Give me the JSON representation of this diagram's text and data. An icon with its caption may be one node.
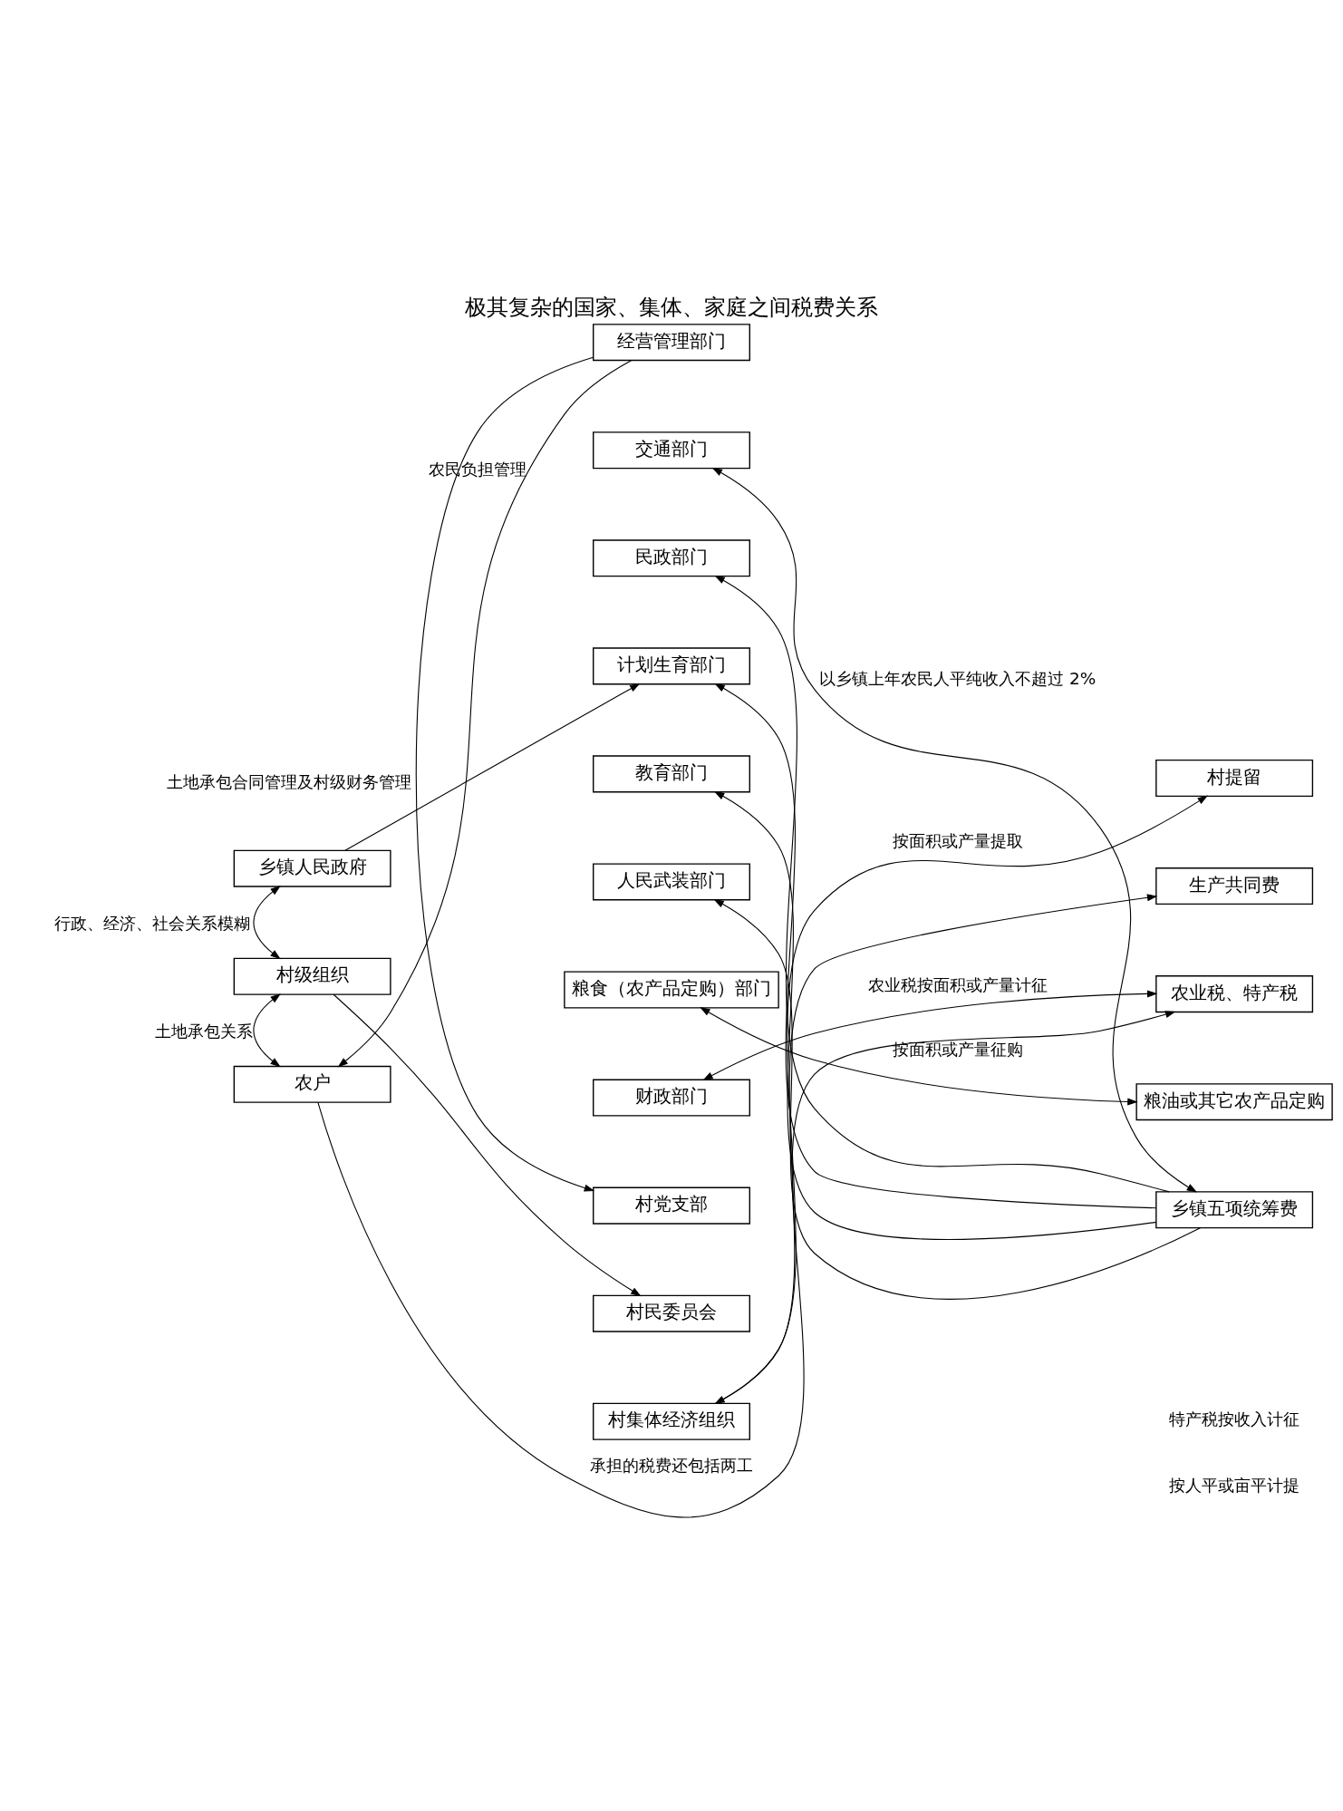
{
  "diagram": {
    "title": "极其复杂的国家、集体、家庭之间税费关系",
    "nodes": [
      {
        "text": [
          "乡镇人民政府"
        ]
      },
      {
        "text": [
          "村级组织"
        ]
      },
      {
        "text": [
          "农户"
        ]
      },
      {
        "text": [
          "经营管理部门"
        ]
      },
      {
        "text": [
          "交通部门"
        ]
      },
      {
        "text": [
          "民政部门"
        ]
      },
      {
        "text": [
          "计划生育部门"
        ]
      },
      {
        "text": [
          "教育部门"
        ]
      },
      {
        "text": [
          "人民武装部门"
        ]
      },
      {
        "text": [
          "粮食（农产品定购）部门"
        ]
      },
      {
        "text": [
          "财政部门"
        ]
      },
      {
        "text": [
          "村党支部"
        ]
      },
      {
        "text": [
          "村民委员会"
        ]
      },
      {
        "text": [
          "村集体经济组织"
        ]
      },
      {
        "text": [
          "村提留"
        ]
      },
      {
        "text": [
          "生产共同费"
        ]
      },
      {
        "text": [
          "农业税、特产税"
        ]
      },
      {
        "text": [
          "粮油或其它农产品定购"
        ]
      },
      {
        "text": [
          "乡镇五项统筹费"
        ]
      }
    ],
    "edges": [
      {
        "from": 0,
        "to": 1,
        "arrow": "both",
        "label": "行政、经济、社会关系模糊"
      },
      {
        "from": 1,
        "to": 2,
        "arrow": "both",
        "label": "土地承包关系"
      },
      {
        "from": 0,
        "to": 6,
        "arrow": "to"
      },
      {
        "from": 1,
        "to": 12,
        "arrow": "to"
      },
      {
        "from": 2,
        "to": 16,
        "arrow": "to",
        "label": "承担的税费还包括两工"
      },
      {
        "from": 14,
        "to": 13,
        "arrow": "both",
        "label": "按面积或产量提取"
      },
      {
        "from": 13,
        "to": 15,
        "arrow": "to"
      },
      {
        "from": 16,
        "to": 10,
        "arrow": "both",
        "label": "农业税按面积或产量计征"
      },
      {
        "from": 17,
        "to": 9,
        "arrow": "both",
        "label": "按面积或产量征购"
      },
      {
        "from": 18,
        "to": 4,
        "arrow": "both",
        "label": "以乡镇上年农民人平纯收入不超过 2%"
      },
      {
        "from": 18,
        "to": 5,
        "arrow": "to"
      },
      {
        "from": 18,
        "to": 6,
        "arrow": "to"
      },
      {
        "from": 18,
        "to": 7,
        "arrow": "to"
      },
      {
        "from": 18,
        "to": 8,
        "arrow": "to"
      },
      {
        "from": 3,
        "to": 11,
        "arrow": "to",
        "label": "土地承包合同管理及村级财务管理"
      },
      {
        "from": 3,
        "to": 2,
        "arrow": "to",
        "label": "农民负担管理"
      }
    ],
    "labels": [
      "特产税按收入计征",
      "按人平或亩平计提"
    ]
  }
}
